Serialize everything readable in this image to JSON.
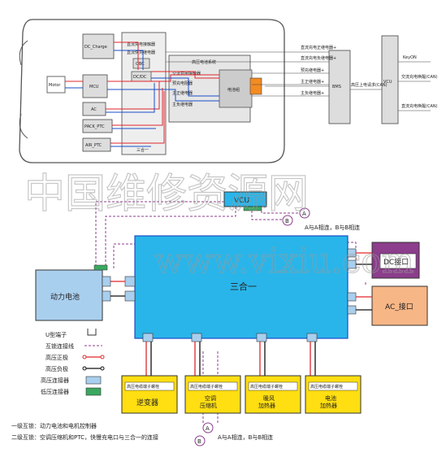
{
  "top": {
    "left_boxes": [
      "DC_Charge",
      "MCU",
      "AC",
      "PACK_PTC",
      "AIR_PTC"
    ],
    "motor": "Motor",
    "obc": "OBC",
    "dcdc": "DC/DC",
    "san_he_yi": "三合一",
    "hv_system": "高压电池系统",
    "battery": "电池组",
    "relay_labels": [
      "直流充电接触器",
      "直流快充继电器",
      "交流充电接触器",
      "预充电阻器",
      "主正继电器",
      "主负继电器"
    ],
    "bms": "BMS",
    "vcu": "VCU",
    "bms_signals": [
      "直流充电正继电器+",
      "直流充电负继电器+",
      "预充继电器+",
      "主正继电器+",
      "主负继电器+"
    ],
    "hv_interlock": "高压上电请求(CAN)",
    "vcu_signals": [
      "KeyON",
      "交流充电唤醒(CAN)",
      "直流充电唤醒(CAN)"
    ]
  },
  "watermark": {
    "cn": "中国维修资源网",
    "url": "www.vixiu.com"
  },
  "bottom": {
    "vcu": "VCU",
    "marker_a": "A",
    "marker_b": "B",
    "connect_note": "A与A相连，B与B相连",
    "san_he_yi": "三合一",
    "battery": "动力电池",
    "dc_port": "DC接口",
    "ac_port": "AC_接口",
    "loads": [
      {
        "tag": "高压电缆端子螺栓",
        "name": "逆变器"
      },
      {
        "tag": "高压电缆端子螺栓",
        "name": "空调\n压缩机"
      },
      {
        "tag": "高压电缆端子螺栓",
        "name": "暖风\n加热器"
      },
      {
        "tag": "高压电缆端子螺栓",
        "name": "电池\n加热器"
      }
    ],
    "legend": [
      "U型端子",
      "互锁连接线",
      "高压正极",
      "高压负极",
      "高压连接器",
      "低压连接器"
    ],
    "notes": [
      "一级互锁：动力电池和电机控制器",
      "二级互锁：空调压缩机和PTC，快慢充电口与三合一的连接"
    ],
    "connect_note_2": "A与A相连，B与B相连"
  },
  "colors": {
    "cyan": "#29b5ea",
    "light_blue": "#a9cfee",
    "yellow": "#ffde12",
    "orange": "#f7b686",
    "violet": "#8c3d8c",
    "green": "#3aa860",
    "red": "#e0262c"
  }
}
